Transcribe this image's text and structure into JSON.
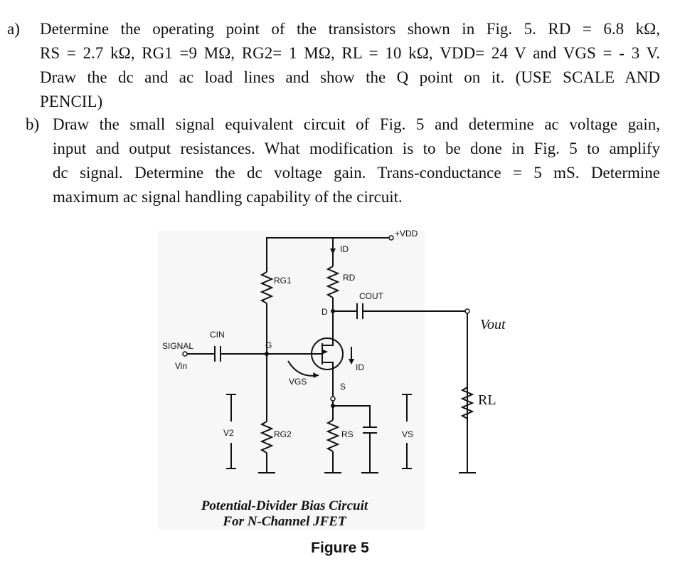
{
  "question_a": {
    "label": "a)",
    "lines": [
      "Determine the operating point of the transistors shown in Fig. 5. RD = 6.8 kΩ,",
      "RS = 2.7 kΩ, RG1 =9 MΩ, RG2= 1 MΩ, RL = 10 kΩ, VDD= 24 V and VGS = - 3 V.",
      "Draw the dc and ac load lines and show the Q point on it. (USE SCALE AND",
      "PENCIL)"
    ]
  },
  "question_b": {
    "label": "b)",
    "lines": [
      "Draw the small signal equivalent circuit of Fig. 5 and determine ac voltage gain,",
      "input and output resistances. What modification is to be done in Fig. 5 to amplify",
      "dc signal. Determine the dc voltage gain. Trans-conductance = 5 mS. Determine",
      "maximum ac signal handling capability of the circuit."
    ]
  },
  "circuit": {
    "vdd": "+VDD",
    "id_top": "ID",
    "rd": "RD",
    "cout": "COUT",
    "rg1": "RG1",
    "d": "D",
    "g": "G",
    "s": "S",
    "cin": "CIN",
    "signal": "SIGNAL",
    "vin": "Vin",
    "id_side": "ID",
    "vgs": "VGS",
    "v2": "V2",
    "rg2": "RG2",
    "rs": "RS",
    "vs": "VS",
    "vout": "Vout",
    "rl": "RL",
    "caption_line1": "Potential-Divider Bias Circuit",
    "caption_line2": "For N-Channel JFET"
  },
  "figure_label": "Figure 5"
}
